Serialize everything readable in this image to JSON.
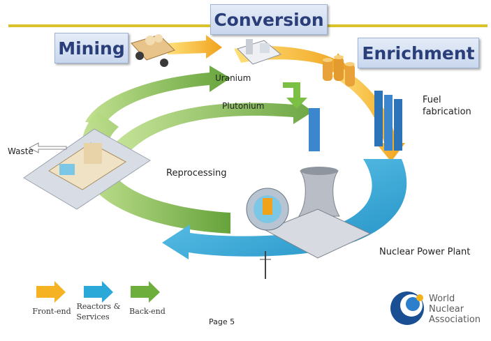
{
  "stages": {
    "mining": "Mining",
    "conversion": "Conversion",
    "enrichment": "Enrichment"
  },
  "labels": {
    "uranium": "Uranium",
    "plutonium": "Plutonium",
    "fuel_fabrication_line1": "Fuel",
    "fuel_fabrication_line2": "fabrication",
    "waste": "Waste",
    "reprocessing": "Reprocessing",
    "nuclear_power_plant": "Nuclear Power Plant"
  },
  "legend": {
    "front_end": "Front-end",
    "reactors_services_line1": "Reactors &",
    "reactors_services_line2": "Services",
    "back_end": "Back-end"
  },
  "footer": {
    "page": "Page 5"
  },
  "logo": {
    "line1": "World",
    "line2": "Nuclear",
    "line3": "Association"
  },
  "colors": {
    "front_end": "#f5b324",
    "reactors": "#2aa8d8",
    "back_end": "#6dae3c",
    "header_rule": "#d9c22c",
    "stage_text": "#2a3f7a"
  }
}
